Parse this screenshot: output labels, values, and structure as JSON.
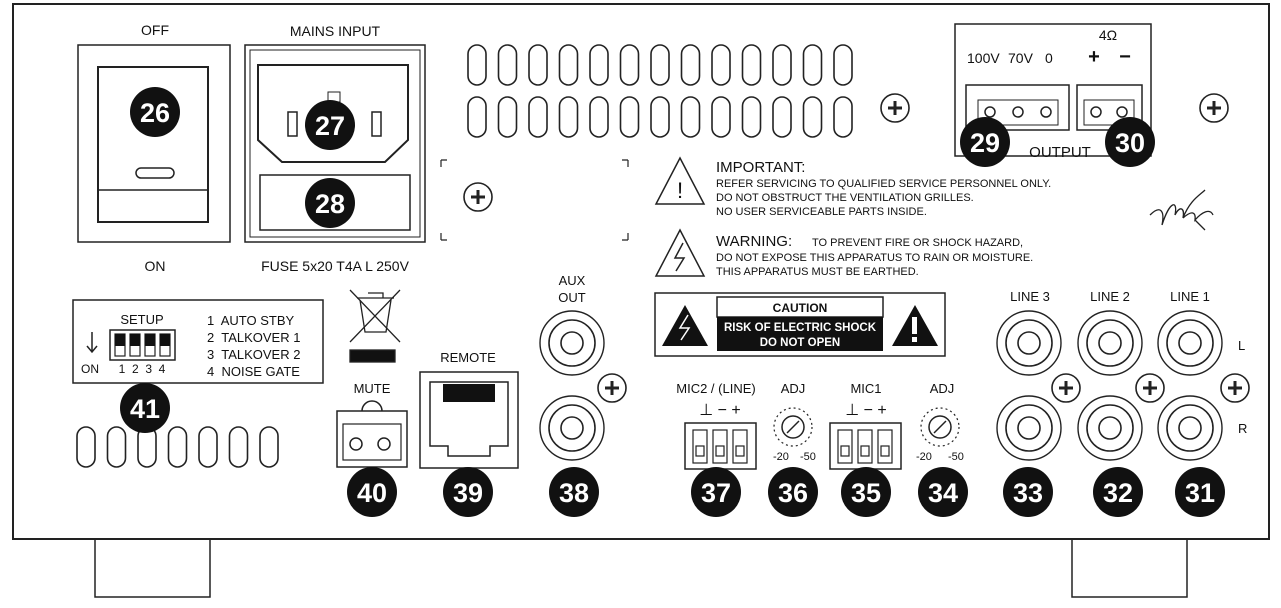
{
  "labels": {
    "off": "OFF",
    "on": "ON",
    "mains_input": "MAINS INPUT",
    "fuse": "FUSE 5x20  T4A L 250V",
    "important_title": "IMPORTANT:",
    "important_line1": "REFER SERVICING TO QUALIFIED SERVICE PERSONNEL ONLY.",
    "important_line2": "DO NOT OBSTRUCT THE VENTILATION GRILLES.",
    "important_line3": "NO USER SERVICEABLE PARTS INSIDE.",
    "warning_title": "WARNING:",
    "warning_line1": "TO PREVENT FIRE OR SHOCK HAZARD,",
    "warning_line2": "DO NOT  EXPOSE  THIS  APPARATUS TO RAIN OR MOISTURE.",
    "warning_line3": "THIS APPARATUS MUST BE EARTHED.",
    "output_100v": "100V",
    "output_70v": "70V",
    "output_0": "0",
    "output_4ohm": "4Ω",
    "output_plus": "+",
    "output_minus": "−",
    "output": "OUTPUT",
    "setup": "SETUP",
    "setup_on": "ON",
    "dip_numbers": "1  2  3  4",
    "setup_1": "1  AUTO STBY",
    "setup_2": "2  TALKOVER 1",
    "setup_3": "3  TALKOVER 2",
    "setup_4": "4  NOISE GATE",
    "mute": "MUTE",
    "remote": "REMOTE",
    "aux": "AUX",
    "aux_out": "OUT",
    "caution": "CAUTION",
    "caution_line1": "RISK OF ELECTRIC SHOCK",
    "caution_line2": "DO NOT OPEN",
    "mic2": "MIC2 / (LINE)",
    "mic1": "MIC1",
    "adj": "ADJ",
    "pins": "⊥ − +",
    "adj_min": "-20",
    "adj_max": "-50",
    "line3": "LINE 3",
    "line2": "LINE 2",
    "line1": "LINE 1",
    "l": "L",
    "r": "R"
  },
  "badges": {
    "b26": "26",
    "b27": "27",
    "b28": "28",
    "b29": "29",
    "b30": "30",
    "b31": "31",
    "b32": "32",
    "b33": "33",
    "b34": "34",
    "b35": "35",
    "b36": "36",
    "b37": "37",
    "b38": "38",
    "b39": "39",
    "b40": "40",
    "b41": "41"
  }
}
